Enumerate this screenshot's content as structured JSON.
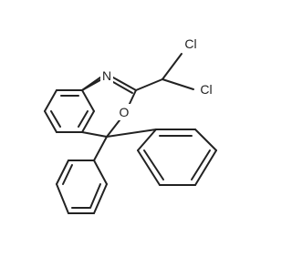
{
  "atoms": {
    "n1": "N",
    "o1": "O",
    "cl1": "Cl",
    "cl2": "Cl"
  },
  "colors": {
    "bond": "#222222",
    "background": "#ffffff"
  }
}
